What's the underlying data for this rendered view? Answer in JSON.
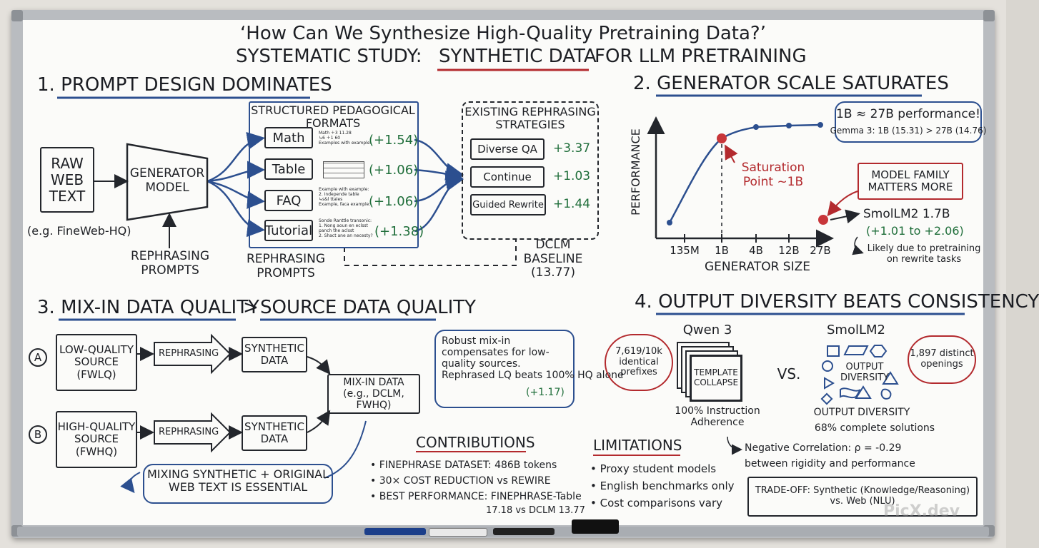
{
  "title": {
    "question": "‘How Can We Synthesize High-Quality Pretraining Data?’",
    "prefix": "SYSTEMATIC STUDY:",
    "underlined": "SYNTHETIC DATA",
    "suffix": "FOR LLM PRETRAINING"
  },
  "section1": {
    "header": "1. PROMPT DESIGN DOMINATES",
    "raw_text": "RAW WEB TEXT",
    "raw_text_note": "(e.g. FineWeb-HQ)",
    "generator": "GENERATOR MODEL",
    "rephrasing_prompts": "REPHRASING PROMPTS",
    "structured_title": "STRUCTURED PEDAGOGICAL FORMATS",
    "formats": [
      {
        "label": "Math",
        "gain": "(+1.54)",
        "snippet": "Math ＋3 11.28\n↳6 ＋1 60\nExamples with example:"
      },
      {
        "label": "Table",
        "gain": "(+1.06)",
        "snippet": ""
      },
      {
        "label": "FAQ",
        "gain": "(+1.06)",
        "snippet": "Example with example:\n2. Independe table\n↳s&l ttales\nExample, faca example:"
      },
      {
        "label": "Tutorial",
        "gain": "(+1.38)",
        "snippet": "Sonde Ranttle transonic:\n1. Nong aoun en eclsst\npanch the aclsst\n2. Shact ane an necesty?"
      }
    ],
    "formats_caption": "REPHRASING PROMPTS",
    "existing_title": "EXISTING REPHRASING STRATEGIES",
    "strategies": [
      {
        "label": "Diverse QA",
        "gain": "+3.37"
      },
      {
        "label": "Continue",
        "gain": "+1.03"
      },
      {
        "label": "Guided Rewrite",
        "gain": "+1.44"
      }
    ],
    "baseline": "DCLM BASELINE (13.77)"
  },
  "section2": {
    "header": "2. GENERATOR SCALE SATURATES",
    "ylabel": "PERFORMANCE",
    "xlabel": "GENERATOR SIZE",
    "saturation": "Saturation Point ~1B",
    "callout_title": "1B ≈ 27B performance!",
    "callout_sub": "Gemma 3: 1B (15.31) > 27B (14.76)",
    "model_family": "MODEL FAMILY MATTERS MORE",
    "smollm": "SmolLM2 1.7B",
    "smollm_gain": "(+1.01 to +2.06)",
    "smollm_note": "Likely due to pretraining on rewrite tasks"
  },
  "chart_data": {
    "type": "line",
    "categories": [
      "135M",
      "1B",
      "4B",
      "12B",
      "27B"
    ],
    "xlabel": "GENERATOR SIZE",
    "ylabel": "PERFORMANCE",
    "series": [
      {
        "values": [
          0.05,
          0.82,
          0.93,
          0.96,
          0.97
        ]
      }
    ],
    "highlight": {
      "category": "1B",
      "label": "Saturation Point ~1B"
    },
    "outlier": {
      "label": "SmolLM2 1.7B",
      "position_between": [
        "12B",
        "27B"
      ],
      "value": 0.22
    }
  },
  "section3": {
    "header_left": "3. MIX-IN DATA QUALITY",
    "header_right": "SOURCE DATA QUALITY",
    "gt": ">",
    "rowA": {
      "badge": "A",
      "source": "LOW-QUALITY SOURCE (FWLQ)",
      "step": "REPHRASING",
      "result": "SYNTHETIC DATA"
    },
    "rowB": {
      "badge": "B",
      "source": "HIGH-QUALITY SOURCE (FWHQ)",
      "step": "REPHRASING",
      "result": "SYNTHETIC DATA"
    },
    "mixin": "MIX-IN DATA (e.g., DCLM, FWHQ)",
    "callout": "Robust mix-in compensates for low-quality sources.",
    "callout2": "Rephrased LQ beats 100% HQ alone",
    "callout2_gain": "(+1.17)",
    "mixing_note": "MIXING SYNTHETIC + ORIGINAL WEB TEXT IS ESSENTIAL"
  },
  "section4": {
    "header": "4. OUTPUT DIVERSITY BEATS CONSISTENCY",
    "qwen": "Qwen 3",
    "qwen_bubble": "7,619/10k identical prefixes",
    "template": "TEMPLATE COLLAPSE",
    "qwen_caption": "100% Instruction Adherence",
    "vs": "VS.",
    "smollm": "SmolLM2",
    "smollm_bubble": "1,897 distinct openings",
    "diversity_inner": "OUTPUT DIVERSITY",
    "diversity_caption": "OUTPUT DIVERSITY",
    "diversity_sub": "68% complete solutions",
    "correlation": "Negative Correlation: ρ = -0.29",
    "correlation_sub": "between rigidity and performance",
    "tradeoff": "TRADE-OFF: Synthetic (Knowledge/Reasoning) vs. Web (NLU)"
  },
  "contributions": {
    "header": "CONTRIBUTIONS",
    "items": [
      "• FINEPHRASE DATASET: 486B tokens",
      "• 30× COST REDUCTION vs REWIRE",
      "• BEST PERFORMANCE: FINEPHRASE-Table"
    ],
    "detail": "17.18 vs DCLM 13.77"
  },
  "limitations": {
    "header": "LIMITATIONS",
    "items": [
      "• Proxy student models",
      "• English benchmarks only",
      "• Cost comparisons vary"
    ]
  },
  "watermark": "PicX.dev",
  "colors": {
    "blue": "#2c4f8f",
    "red": "#b32a2e",
    "green": "#1f6e3a",
    "ink": "#1d1f24"
  }
}
